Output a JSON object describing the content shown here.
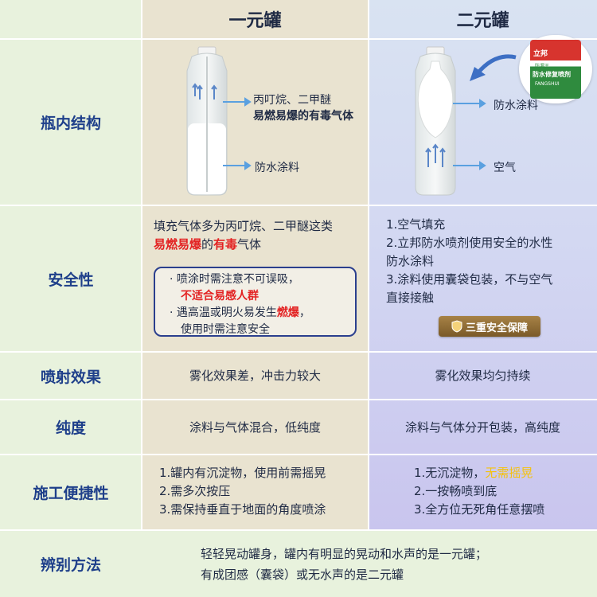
{
  "header": {
    "col1": "一元罐",
    "col2": "二元罐"
  },
  "product_label": {
    "brand": "立邦",
    "small": "防漏王",
    "line1": "防水修复喷剂",
    "line2": "FANGSHUI"
  },
  "rows": {
    "structure": {
      "label": "瓶内结构",
      "mono_gas_label": "丙叮烷、二甲醚",
      "mono_gas_warning": "易燃易爆的有毒气体",
      "mono_coating": "防水涂料",
      "bi_coating": "防水涂料",
      "bi_air": "空气"
    },
    "safety": {
      "label": "安全性",
      "mono_line1": "填充气体多为丙叮烷、二甲醚这类",
      "mono_line2_red": "易燃易爆",
      "mono_line2_mid": "的",
      "mono_line2_red2": "有毒",
      "mono_line2_end": "气体",
      "box_b1_line1": "喷涂时需注意不可误吸，",
      "box_b1_line2": "不适合易感人群",
      "box_b2_line1_a": "遇高温或明火易发生",
      "box_b2_line1_red": "燃爆",
      "box_b2_line1_b": "，",
      "box_b2_line2": "使用时需注意安全",
      "bi_line1": "1.空气填充",
      "bi_line2": "2.立邦防水喷剂使用安全的水性",
      "bi_line3": "防水涂料",
      "bi_line4": "3.涂料使用囊袋包装，不与空气",
      "bi_line5": "直接接触",
      "badge": "三重安全保障"
    },
    "spray": {
      "label": "喷射效果",
      "mono": "雾化效果差，冲击力较大",
      "bi": "雾化效果均匀持续"
    },
    "purity": {
      "label": "纯度",
      "mono": "涂料与气体混合，低纯度",
      "bi": "涂料与气体分开包装，高纯度"
    },
    "convenience": {
      "label": "施工便捷性",
      "mono_1": "1.罐内有沉淀物，使用前需摇晃",
      "mono_2": "2.需多次按压",
      "mono_3": "3.需保持垂直于地面的角度喷涂",
      "bi_1a": "1.无沉淀物，",
      "bi_1b": "无需摇晃",
      "bi_2": "2.一按畅喷到底",
      "bi_3": "3.全方位无死角任意摆喷"
    },
    "identify": {
      "label": "辨别方法",
      "line1": "轻轻晃动罐身，罐内有明显的晃动和水声的是一元罐；",
      "line2": "有成团感（囊袋）或无水声的是二元罐"
    }
  },
  "colors": {
    "red": "#e32222",
    "navy": "#1e3f8a",
    "yellow": "#f4c20d",
    "badge_gold": "#a78246"
  }
}
